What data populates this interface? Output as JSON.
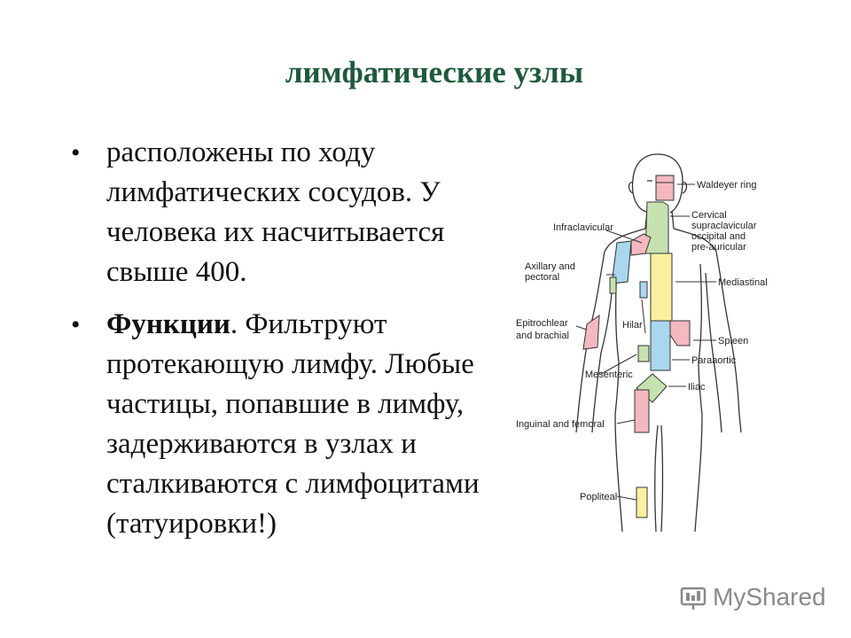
{
  "slide": {
    "title": "лимфатические узлы",
    "bullets": [
      {
        "text": "расположены по ходу лимфатических сосудов. У человека их насчитывается свыше 400."
      },
      {
        "bold": "Функции",
        "text": ". Фильтруют протекающую лимфу. Любые частицы, попавшие в лимфу, задерживаются в узлах и сталкиваются с лимфоцитами (татуировки!)"
      }
    ],
    "bullet_symbol": "•"
  },
  "figure": {
    "labels": {
      "waldeyer": "Waldeyer ring",
      "cervical1": "Cervical",
      "cervical2": "supraclavicular",
      "cervical3": "occipital and",
      "cervical4": "pre-auricular",
      "infraclavicular": "Infraclavicular",
      "axillary1": "Axillary and",
      "axillary2": "pectoral",
      "mediastinal": "Mediastinal",
      "epitrochlear1": "Epitrochlear",
      "epitrochlear2": "and brachial",
      "hilar": "Hilar",
      "spleen": "Spleen",
      "paraaortic": "Paraaortic",
      "mesenteric": "Mesenteric",
      "iliac": "Iliac",
      "inguinal": "Inguinal and femoral",
      "popliteal": "Popliteal"
    },
    "colors": {
      "pink": "#f4b8c0",
      "green": "#c6e2b0",
      "blue": "#a9d7ee",
      "yellow": "#faf0a0"
    }
  },
  "watermark": {
    "text": "MyShared",
    "icon": "presentation-icon"
  }
}
